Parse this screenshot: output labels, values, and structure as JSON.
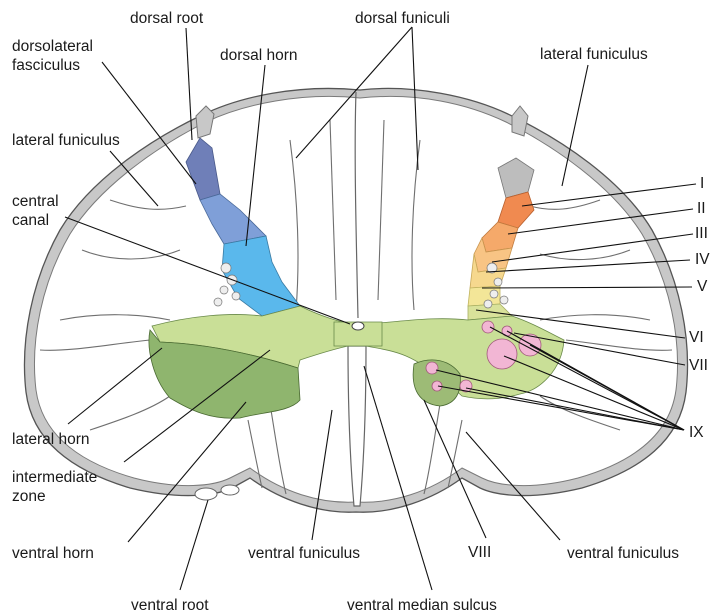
{
  "labels": {
    "dorsal_root": "dorsal root",
    "dorsal_funiculi": "dorsal funiculi",
    "dorsolateral_fasciculus_1": "dorsolateral",
    "dorsolateral_fasciculus_2": "fasciculus",
    "dorsal_horn": "dorsal horn",
    "lateral_funiculus_right": "lateral funiculus",
    "lateral_funiculus_left": "lateral funiculus",
    "central_canal_1": "central",
    "central_canal_2": "canal",
    "lamina_I": "I",
    "lamina_II": "II",
    "lamina_III": "III",
    "lamina_IV": "IV",
    "lamina_V": "V",
    "lamina_VI": "VI",
    "lamina_VII": "VII",
    "lamina_IX": "IX",
    "lamina_VIII": "VIII",
    "lateral_horn": "lateral horn",
    "intermediate_zone_1": "intermediate",
    "intermediate_zone_2": "zone",
    "ventral_horn": "ventral horn",
    "ventral_funiculus_left": "ventral funiculus",
    "ventral_funiculus_right": "ventral funiculus",
    "ventral_root": "ventral root",
    "ventral_median_sulcus": "ventral median sulcus"
  },
  "colors": {
    "outline_fill": "#c8c8c8",
    "white_matter": "#ffffff",
    "zone_dorsolateral": "#6f7fb8",
    "zone_dorsal_horn_mid": "#7f9fd8",
    "zone_dorsal_horn_low": "#5ab8ec",
    "zone_intermediate": "#c9df97",
    "zone_ventral_horn": "#8fb56e",
    "lamina_I": "#f08a50",
    "lamina_II": "#f5a96a",
    "lamina_III": "#f8c484",
    "lamina_IV": "#f6d88e",
    "lamina_V": "#f3e698",
    "lamina_VI": "#d9e29a",
    "lamina_VII": "#c9df97",
    "lamina_VIII": "#9dbb76",
    "lamina_IX": "#f2b6d4",
    "marginal_gray": "#bdbdbd"
  }
}
